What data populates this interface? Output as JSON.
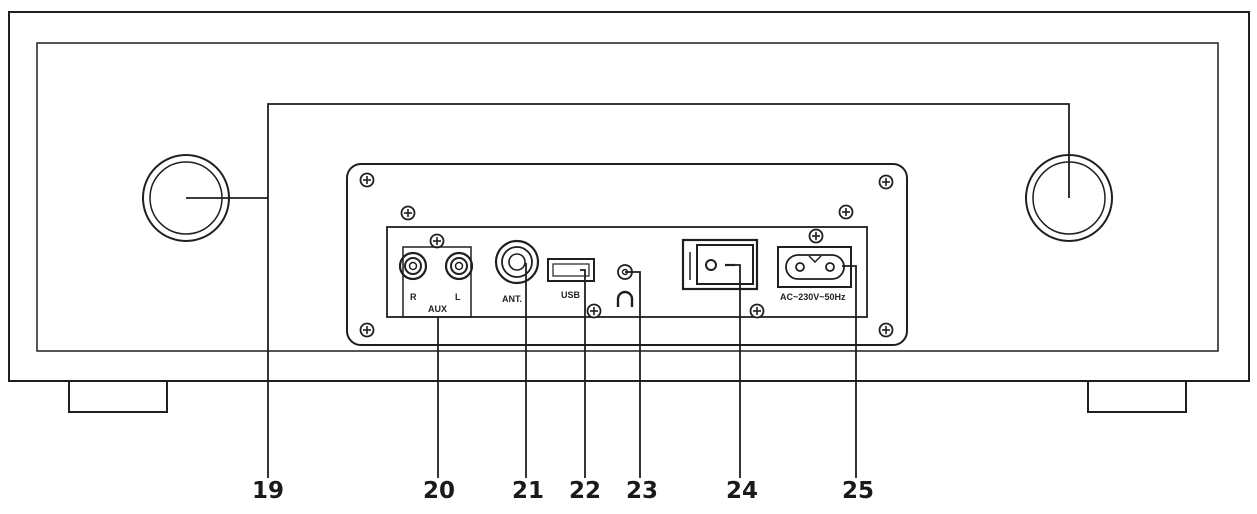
{
  "diagram": {
    "port_labels": {
      "aux_right": "R",
      "aux_left": "L",
      "aux": "AUX",
      "antenna": "ANT.",
      "usb": "USB",
      "power": "AC~230V~50Hz"
    },
    "callouts": [
      {
        "id": "19",
        "label": "19"
      },
      {
        "id": "20",
        "label": "20"
      },
      {
        "id": "21",
        "label": "21"
      },
      {
        "id": "22",
        "label": "22"
      },
      {
        "id": "23",
        "label": "23"
      },
      {
        "id": "24",
        "label": "24"
      },
      {
        "id": "25",
        "label": "25"
      }
    ]
  },
  "colors": {
    "line": "#1f1f1f",
    "fill": "#ffffff"
  },
  "icons": [
    "screw-icon",
    "speaker-icon",
    "headphone-icon",
    "power-switch-icon",
    "power-socket-icon"
  ]
}
